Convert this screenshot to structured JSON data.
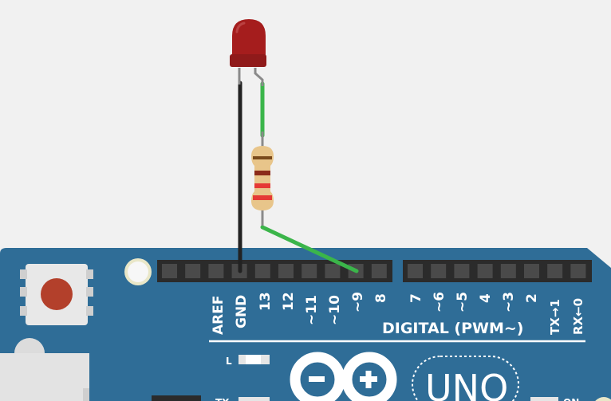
{
  "colors": {
    "canvas_bg": "#f1f1f1",
    "board": "#2f6d97",
    "board_edge": "#275d82",
    "header": "#2b2b2b",
    "header_slot": "#4a4a4a",
    "wire_black": "#222222",
    "wire_green": "#3bb54a",
    "led": "#a51d1d",
    "resistor_body": "#e8c58a",
    "reset_button": "#b3402b"
  },
  "board": {
    "pin_labels_left": [
      "AREF",
      "GND",
      "13",
      "12",
      "~11",
      "~10",
      "~9",
      "8"
    ],
    "pin_labels_right": [
      "7",
      "~6",
      "~5",
      "4",
      "~3",
      "2",
      "TX→1",
      "RX←0"
    ],
    "digital_label": "DIGITAL (PWM~)",
    "model_label": "UNO",
    "led_label": "L",
    "tx_label": "TX",
    "on_label": "ON"
  },
  "components": {
    "led_icon": "red-led-icon",
    "resistor_icon": "resistor-icon",
    "logo_icon": "arduino-infinity-logo-icon"
  }
}
